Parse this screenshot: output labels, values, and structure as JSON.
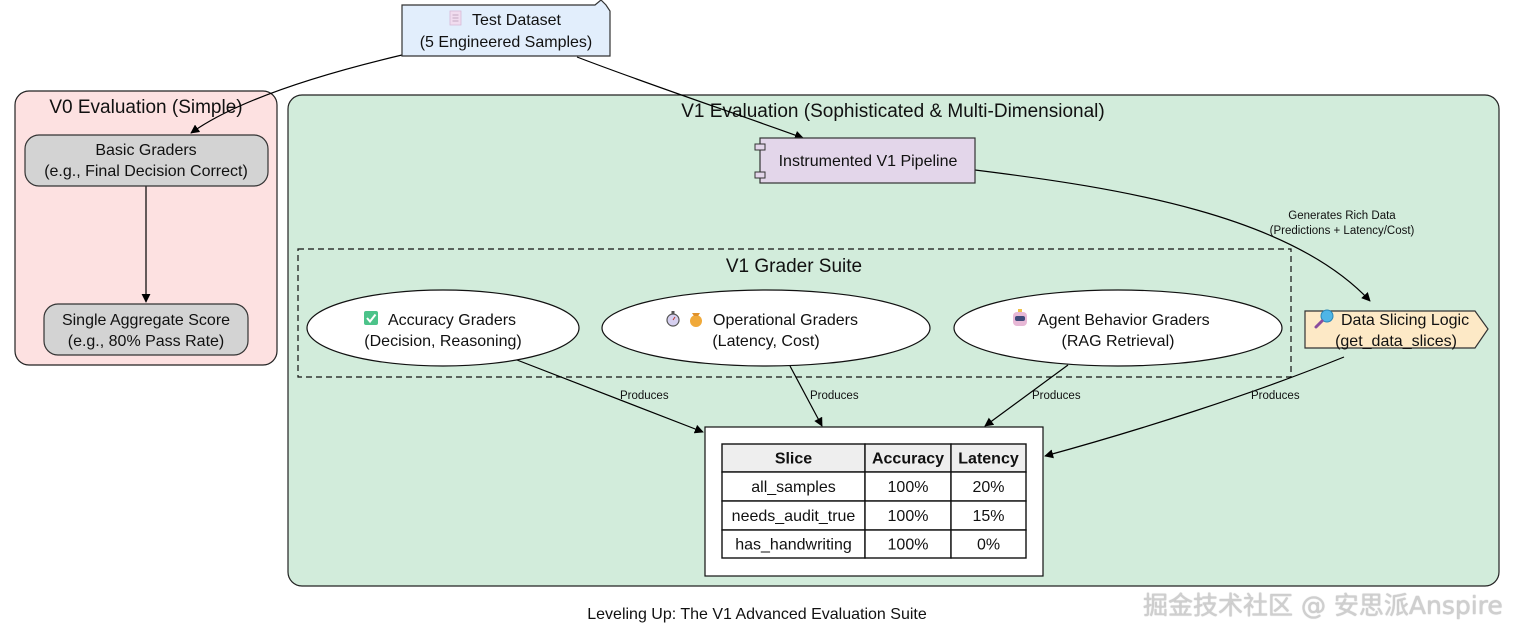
{
  "diagram": {
    "caption": "Leveling Up: The V1 Advanced Evaluation Suite",
    "watermark": "掘金技术社区 @ 安思派Anspire",
    "colors": {
      "v0_cluster_fill": "#fde1e1",
      "v1_cluster_fill": "#d2ecdb",
      "dataset_fill": "#e2eefc",
      "pipeline_fill": "#e3d6ea",
      "grey_node_fill": "#d3d3d3",
      "slicing_fill": "#fde9c6",
      "table_header_fill": "#eeeeee",
      "edge": "#000000"
    },
    "nodes": {
      "dataset": {
        "icon": "document-icon",
        "line1": "Test Dataset",
        "line2": "(5 Engineered Samples)"
      },
      "v0_cluster": {
        "title": "V0 Evaluation (Simple)",
        "basic_graders": {
          "line1": "Basic Graders",
          "line2": "(e.g., Final Decision Correct)"
        },
        "aggregate_score": {
          "line1": "Single Aggregate Score",
          "line2": "(e.g., 80% Pass Rate)"
        }
      },
      "v1_cluster": {
        "title": "V1 Evaluation (Sophisticated & Multi-Dimensional)",
        "pipeline": {
          "label": "Instrumented V1 Pipeline"
        },
        "grader_suite": {
          "title": "V1 Grader Suite",
          "graders": [
            {
              "icon": "check-box-icon",
              "line1": "Accuracy Graders",
              "line2": "(Decision, Reasoning)"
            },
            {
              "icon": "stopwatch-money-bag-icon",
              "line1": "Operational Graders",
              "line2": "(Latency, Cost)"
            },
            {
              "icon": "robot-icon",
              "line1": "Agent Behavior Graders",
              "line2": "(RAG Retrieval)"
            }
          ]
        },
        "slicing": {
          "icon": "magnifier-icon",
          "line1": "Data Slicing Logic",
          "line2": "(get_data_slices)"
        },
        "results_table": {
          "headers": [
            "Slice",
            "Accuracy",
            "Latency"
          ],
          "rows": [
            [
              "all_samples",
              "100%",
              "20%"
            ],
            [
              "needs_audit_true",
              "100%",
              "15%"
            ],
            [
              "has_handwriting",
              "100%",
              "0%"
            ]
          ]
        }
      }
    },
    "edges": {
      "rich_data_label_line1": "Generates Rich Data",
      "rich_data_label_line2": "(Predictions + Latency/Cost)",
      "produces_labels": [
        "Produces",
        "Produces",
        "Produces",
        "Produces"
      ]
    }
  }
}
